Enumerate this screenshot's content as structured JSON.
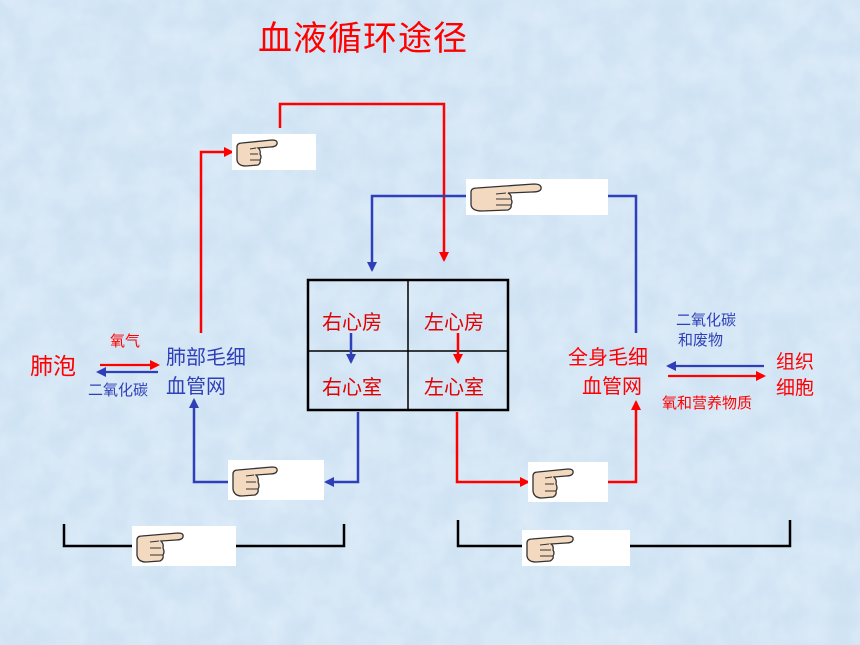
{
  "title": "血液循环途径",
  "heart": {
    "right_atrium": "右心房",
    "left_atrium": "左心房",
    "right_ventricle": "右心室",
    "left_ventricle": "左心室"
  },
  "lung": {
    "alveoli": "肺泡",
    "capillary_line1": "肺部毛细",
    "capillary_line2": "血管网",
    "oxygen": "氧气",
    "co2": "二氧化碳"
  },
  "body": {
    "capillary_line1": "全身毛细",
    "capillary_line2": "血管网",
    "tissue_line1": "组织",
    "tissue_line2": "细胞",
    "co2_waste_line1": "二氧化碳",
    "co2_waste_line2": "和废物",
    "oxygen_nutrients": "氧和营养物质"
  },
  "colors": {
    "arterial": "#ff0000",
    "venous": "#2f3fb8",
    "background": "#cfe3f4",
    "title": "#ff0000"
  },
  "icons": [
    "pointing-hand-icon"
  ]
}
